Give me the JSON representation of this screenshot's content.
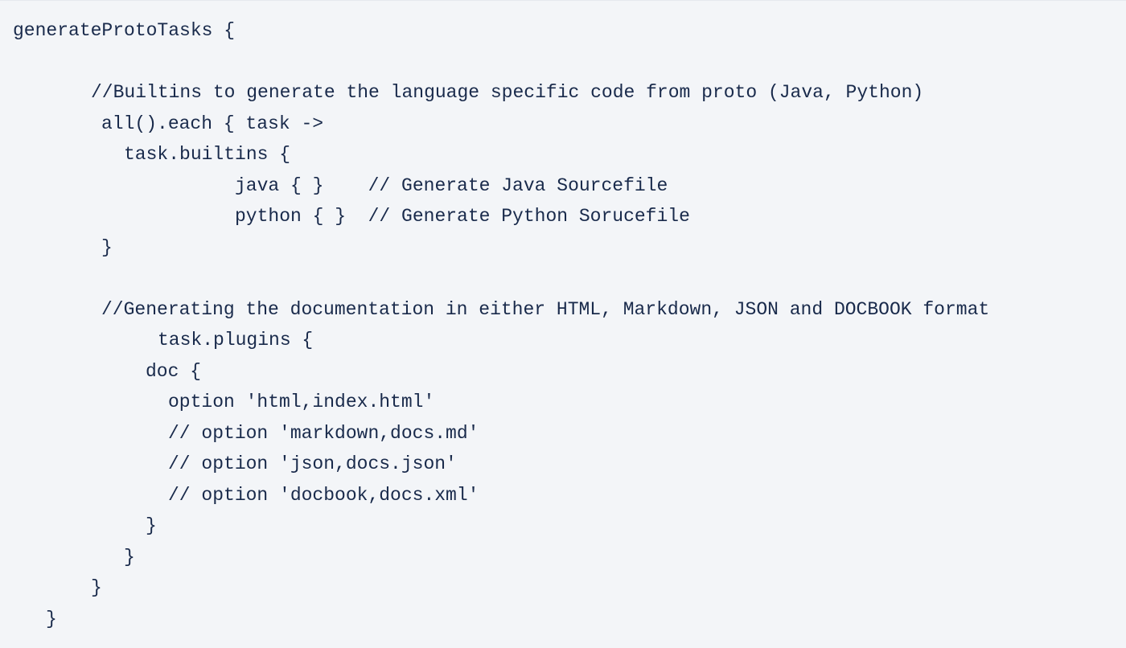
{
  "code": {
    "lines": [
      "generateProtoTasks {",
      "",
      "//Builtins to generate the language specific code from proto (Java, Python)",
      "all().each { task ->",
      "task.builtins {",
      "java { }    // Generate Java Sourcefile",
      "python { }  // Generate Python Sorucefile",
      "}",
      "",
      "//Generating the documentation in either HTML, Markdown, JSON and DOCBOOK format",
      "task.plugins {",
      "doc {",
      "option 'html,index.html'",
      "// option 'markdown,docs.md'",
      "// option 'json,docs.json'",
      "// option 'docbook,docs.xml'",
      "}",
      "}",
      "}",
      "}"
    ]
  }
}
